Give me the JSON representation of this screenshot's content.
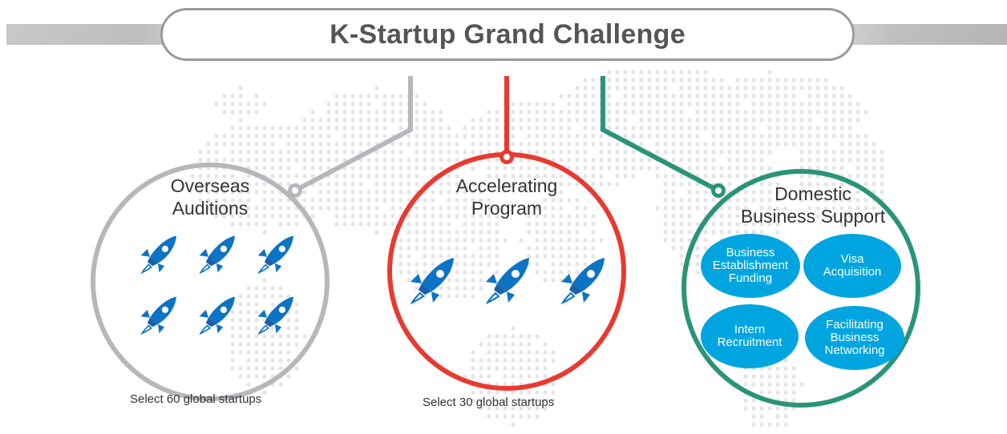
{
  "title": "K-Startup Grand Challenge",
  "colors": {
    "gray": "#b5b8ba",
    "red": "#e83a30",
    "green": "#2a9478",
    "blue": "#0d73c4",
    "bubble": "#00a5df",
    "map_dots": "#e4e4e4"
  },
  "programs": [
    {
      "label_line1": "Overseas",
      "label_line2": "Auditions",
      "caption": "Select 60 global startups",
      "icon": "rocket-icon",
      "icon_count": 6
    },
    {
      "label_line1": "Accelerating",
      "label_line2": "Program",
      "caption": "Select 30 global startups",
      "icon": "rocket-icon",
      "icon_count": 3
    },
    {
      "label_line1": "Domestic",
      "label_line2": "Business Support",
      "caption": "",
      "bubbles": [
        {
          "lines": [
            "Business",
            "Establishment",
            "Funding"
          ]
        },
        {
          "lines": [
            "Visa",
            "Acquisition"
          ]
        },
        {
          "lines": [
            "Intern",
            "Recruitment"
          ]
        },
        {
          "lines": [
            "Facilitating",
            "Business",
            "Networking"
          ]
        }
      ]
    }
  ]
}
